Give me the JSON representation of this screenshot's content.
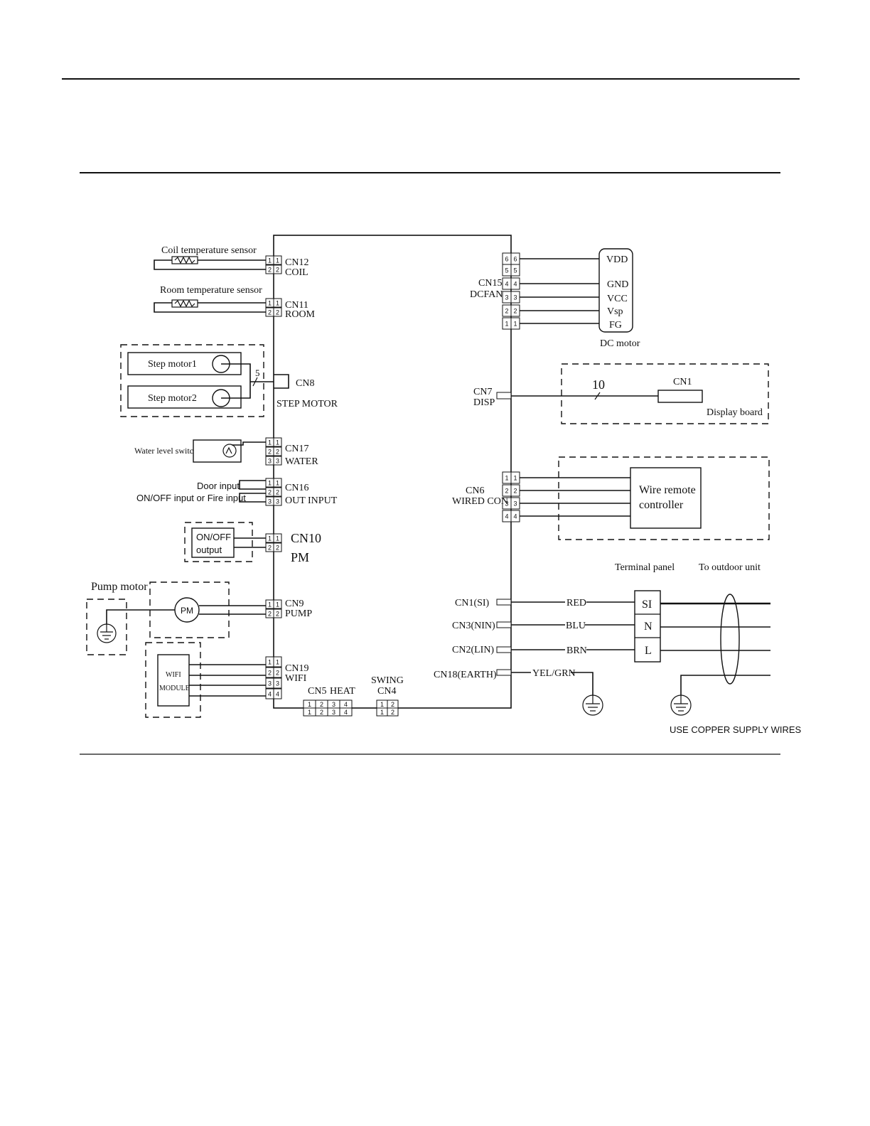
{
  "labels": {
    "coil_sensor": "Coil temperature sensor",
    "room_sensor": "Room temperature sensor",
    "cn12": "CN12",
    "coil": "COIL",
    "cn11": "CN11",
    "room": "ROOM",
    "step_motor1": "Step motor1",
    "step_motor2": "Step motor2",
    "wire_count_step": "5",
    "cn8": "CN8",
    "step_motor": "STEP MOTOR",
    "water_level_switch": "Water level switch",
    "cn17": "CN17",
    "water": "WATER",
    "door_input": "Door input",
    "onoff_fire_input": "ON/OFF input or Fire input",
    "cn16": "CN16",
    "out_input": "OUT INPUT",
    "onoff": "ON/OFF",
    "output": "output",
    "cn10": "CN10",
    "pm": "PM",
    "pump_motor": "Pump motor",
    "pm_circle": "PM",
    "cn9": "CN9",
    "pump": "PUMP",
    "wifi": "WIFI",
    "module": "MODULE",
    "cn19": "CN19",
    "wifi_label": "WIFI",
    "cn5": "CN5",
    "heat": "HEAT",
    "swing": "SWING",
    "cn4": "CN4",
    "cn15": "CN15",
    "dcfan": "DCFAN",
    "vdd": "VDD",
    "gnd": "GND",
    "vcc": "VCC",
    "vsp": "Vsp",
    "fg": "FG",
    "dc_motor": "DC motor",
    "cn7": "CN7",
    "disp": "DISP",
    "wire_count_disp": "10",
    "cn1_display": "CN1",
    "display_board": "Display board",
    "cn6": "CN6",
    "wired_con": "WIRED CON",
    "wire_remote": "Wire remote",
    "controller": "controller",
    "terminal_panel": "Terminal panel",
    "to_outdoor": "To outdoor unit",
    "cn1si": "CN1(SI)",
    "cn3nin": "CN3(NIN)",
    "cn2lin": "CN2(LIN)",
    "cn18earth": "CN18(EARTH)",
    "red": "RED",
    "blu": "BLU",
    "brn": "BRN",
    "yelgrn": "YEL/GRN",
    "si": "SI",
    "n": "N",
    "l": "L",
    "copper": "USE COPPER SUPPLY WIRES"
  },
  "pins": {
    "p1": "1",
    "p2": "2",
    "p3": "3",
    "p4": "4",
    "p5": "5",
    "p6": "6"
  }
}
